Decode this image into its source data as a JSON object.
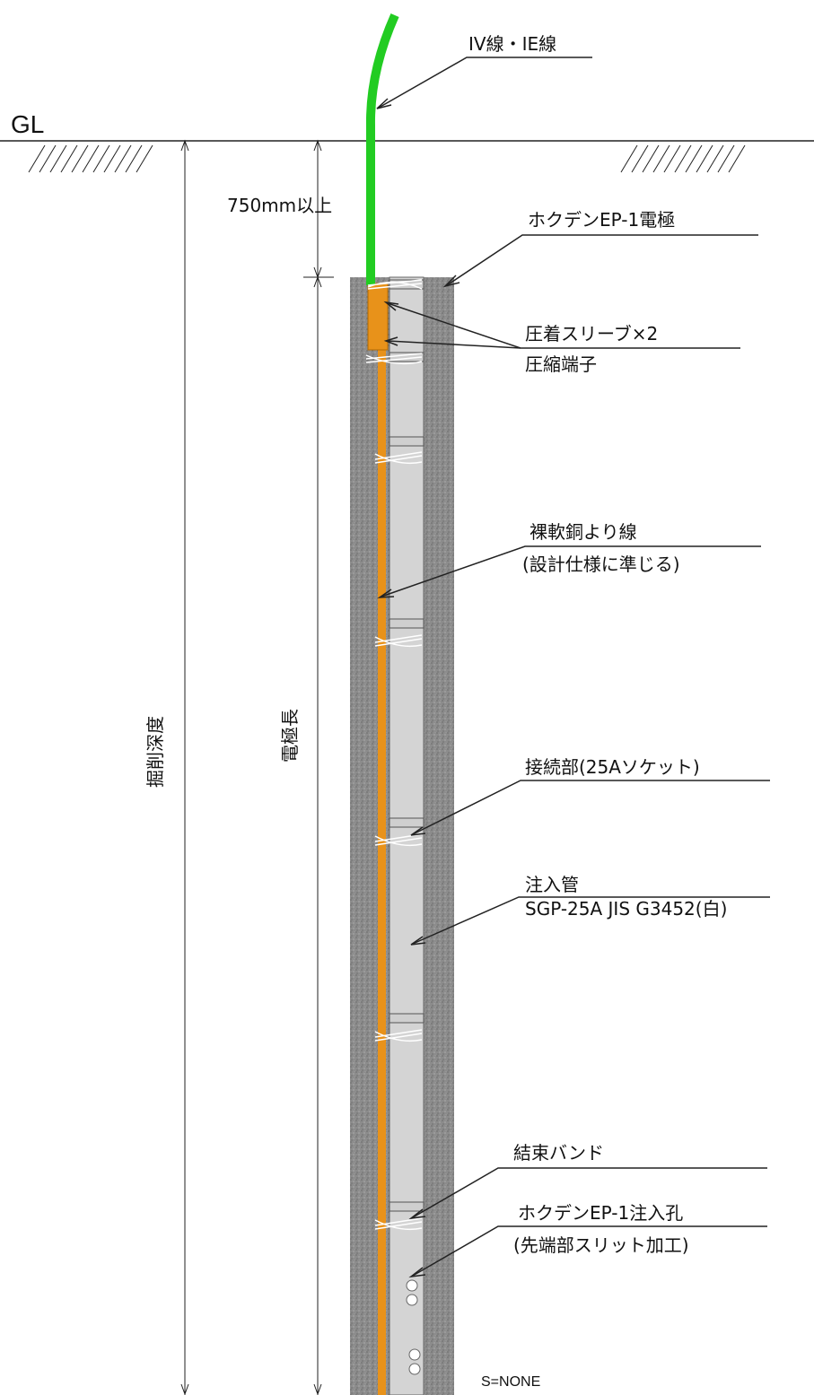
{
  "labels": {
    "ground_level": "GL",
    "wire": "IV線・IE線",
    "depth_min": "750mm以上",
    "electrode": "ホクデンEP-1電極",
    "sleeve": "圧着スリーブ×2",
    "terminal": "圧縮端子",
    "copper_wire_1": "裸軟銅より線",
    "copper_wire_2": "(設計仕様に準じる)",
    "joint": "接続部(25Aソケット)",
    "pipe_1": "注入管",
    "pipe_2": "SGP-25A JIS G3452(白)",
    "band": "結束バンド",
    "hole_1": "ホクデンEP-1注入孔",
    "hole_2": "(先端部スリット加工)",
    "excavation_depth": "掘削深度",
    "electrode_length": "電極長",
    "scale": "S=NONE"
  },
  "colors": {
    "wire_green": "#22cc22",
    "copper_orange": "#e8921a",
    "concrete_gray": "#8a8a8a",
    "pipe_light": "#d4d4d4"
  }
}
